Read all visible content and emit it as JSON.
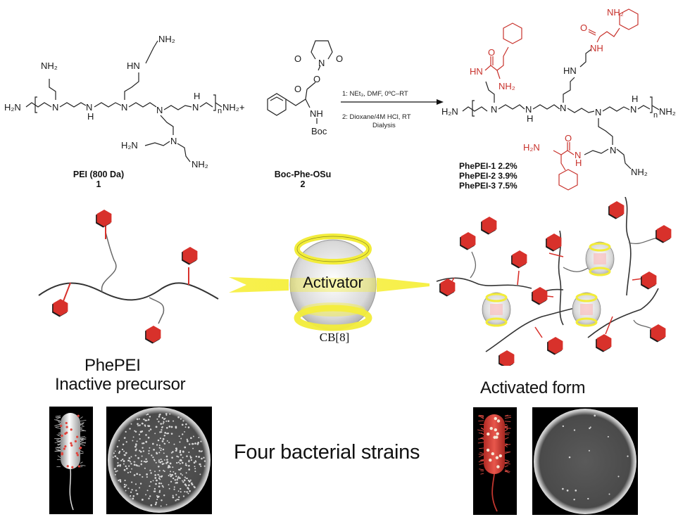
{
  "figure": {
    "reaction": {
      "reactant1": {
        "name": "PEI (800 Da)",
        "number": "1"
      },
      "reactant2": {
        "name": "Boc-Phe-OSu",
        "number": "2"
      },
      "plus": "+",
      "conditions": {
        "step1": "1: NEt₃, DMF, 0ºC–RT",
        "step2": "2: Dioxane/4M HCl, RT",
        "step3": "Dialysis"
      },
      "product_variants": [
        {
          "name": "PhePEI-1",
          "value": "2.2%"
        },
        {
          "name": "PhePEI-2",
          "value": "3.9%"
        },
        {
          "name": "PhePEI-3",
          "value": "7.5%"
        }
      ],
      "atoms": {
        "nh2": "NH₂",
        "h2n": "H₂N",
        "n": "N",
        "h": "H",
        "hn": "HN",
        "nh": "NH",
        "o": "O",
        "boc": "Boc",
        "sub_n": "n"
      }
    },
    "scheme": {
      "activator_label": "Activator",
      "host_label": "CB[8]",
      "precursor_title": "PhePEI",
      "precursor_subtitle": "Inactive precursor",
      "activated_label": "Activated form",
      "center_label": "Four bacterial strains"
    },
    "colors": {
      "phe_red": "#d8312b",
      "activator_yellow": "#f2ec3a",
      "chain_gray": "#333333",
      "panel_black": "#000000"
    }
  }
}
